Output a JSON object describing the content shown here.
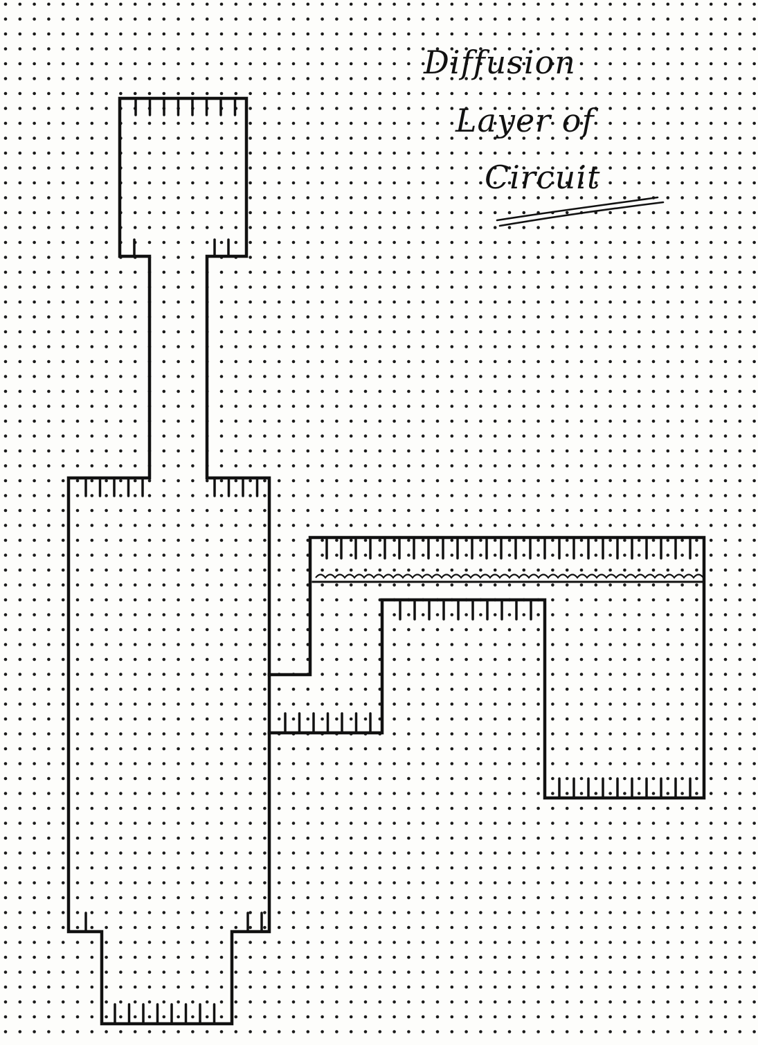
{
  "diagram": {
    "title_lines": [
      "Diffusion",
      "Layer of",
      "Circuit"
    ],
    "colors": {
      "ink": "#111111",
      "paper": "#fdfdfb",
      "dots": "#1a1a1a"
    },
    "shapes": [
      {
        "name": "top-pad",
        "description_of_role": "diffusion region"
      },
      {
        "name": "vertical-channel",
        "description_of_role": "diffusion region"
      },
      {
        "name": "main-body",
        "description_of_role": "diffusion region"
      },
      {
        "name": "right-connector",
        "description_of_role": "diffusion region"
      }
    ]
  }
}
